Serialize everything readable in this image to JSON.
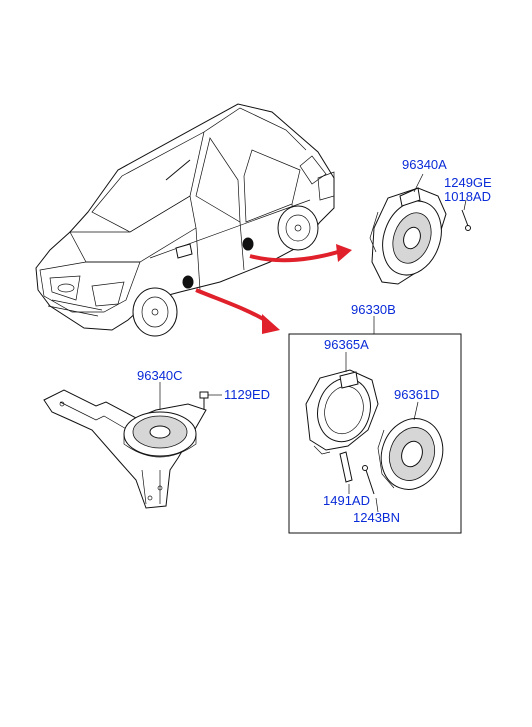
{
  "labels": {
    "front_door_speaker": "96340A",
    "screw_1249GE": "1249GE",
    "screw_1018AD": "1018AD",
    "rear_speaker_kit": "96330B",
    "rear_speaker_bracket": "96365A",
    "rear_speaker": "96361D",
    "fastener_1491AD": "1491AD",
    "screw_1243BN": "1243BN",
    "floor_speaker": "96340C",
    "bolt_1129ED": "1129ED"
  },
  "colors": {
    "label_text": "#0a2bd8",
    "arrow": "#e0202a",
    "line": "#111111"
  }
}
